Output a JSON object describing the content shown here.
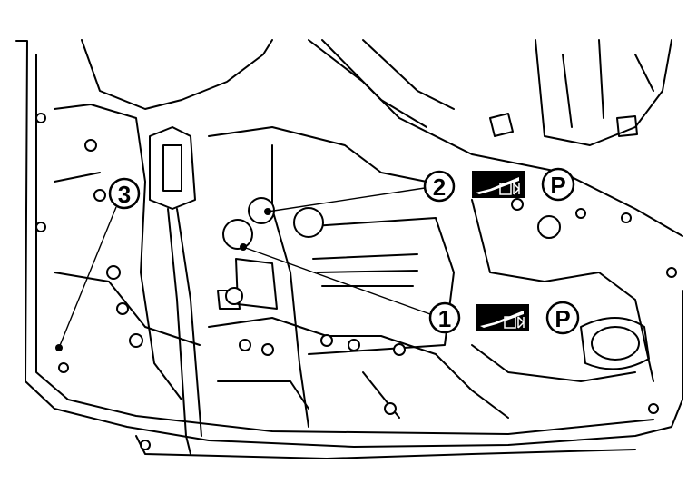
{
  "figure": {
    "callouts": [
      {
        "label": "1",
        "symbol": "P"
      },
      {
        "label": "2",
        "symbol": "P"
      },
      {
        "label": "3"
      }
    ],
    "colors": {
      "line": "#000000",
      "background": "#ffffff"
    }
  }
}
